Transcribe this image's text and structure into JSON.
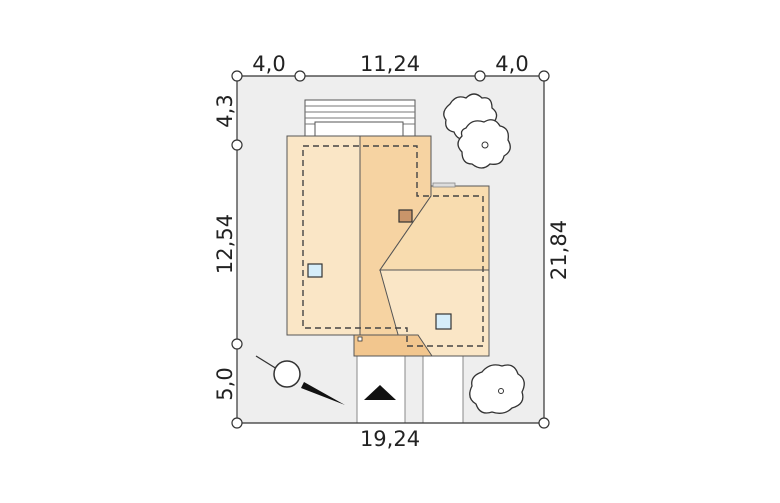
{
  "dimensions": {
    "top": [
      "4,0",
      "11,24",
      "4,0"
    ],
    "left": [
      "4,3",
      "12,54",
      "5,0"
    ],
    "right": "21,84",
    "bottom": "19,24"
  },
  "colors": {
    "plot": "#eeeeee",
    "roof_light": "#fae6c6",
    "roof_mid": "#f6d3a2",
    "roof_dark": "#f2c68e",
    "skylight": "#d6eefa",
    "driveway": "#ffffff",
    "north_arrow": "#111111"
  },
  "icons": {
    "north": "compass-north-arrow-icon",
    "entrance": "entrance-triangle-icon",
    "trees": "tree-canopy-icon"
  }
}
